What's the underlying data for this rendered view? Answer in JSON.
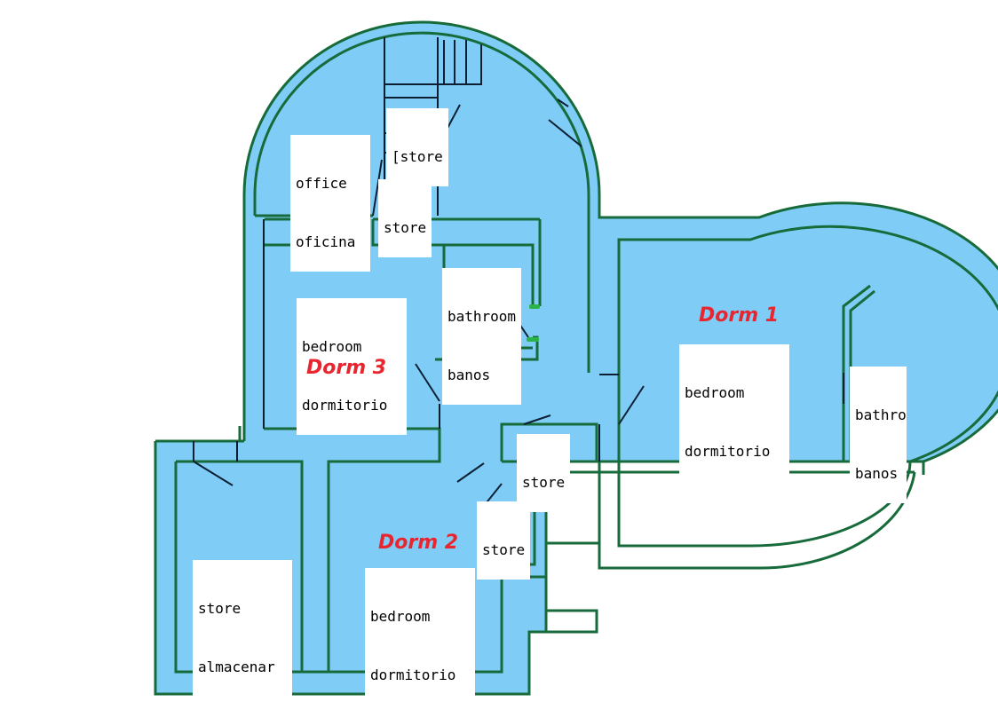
{
  "colors": {
    "floor": "#7fcdf7",
    "wall": "#176b3a",
    "interior_line": "#0d1f33",
    "dorm_text": "#e8262f",
    "door_mark": "#2bb34a"
  },
  "rooms": {
    "store_stairs": {
      "line1": "[store"
    },
    "office": {
      "line1": "office",
      "line2": "oficina"
    },
    "store_hall": {
      "line1": "store"
    },
    "bathroom_center": {
      "line1": "bathroom",
      "line2": "banos"
    },
    "bedroom_dorm3": {
      "line1": "bedroom",
      "line2": "dormitorio"
    },
    "bedroom_dorm1": {
      "line1": "bedroom",
      "line2": "dormitorio"
    },
    "bathroom_right": {
      "line1": "bathro",
      "line2": "banos"
    },
    "store_mid": {
      "line1": "store"
    },
    "store_lower": {
      "line1": "store"
    },
    "store_almacenar": {
      "line1": "store",
      "line2": "almacenar"
    },
    "bedroom_dorm2": {
      "line1": "bedroom",
      "line2": "dormitorio"
    }
  },
  "dorms": {
    "dorm1": "Dorm 1",
    "dorm2": "Dorm 2",
    "dorm3": "Dorm 3"
  }
}
